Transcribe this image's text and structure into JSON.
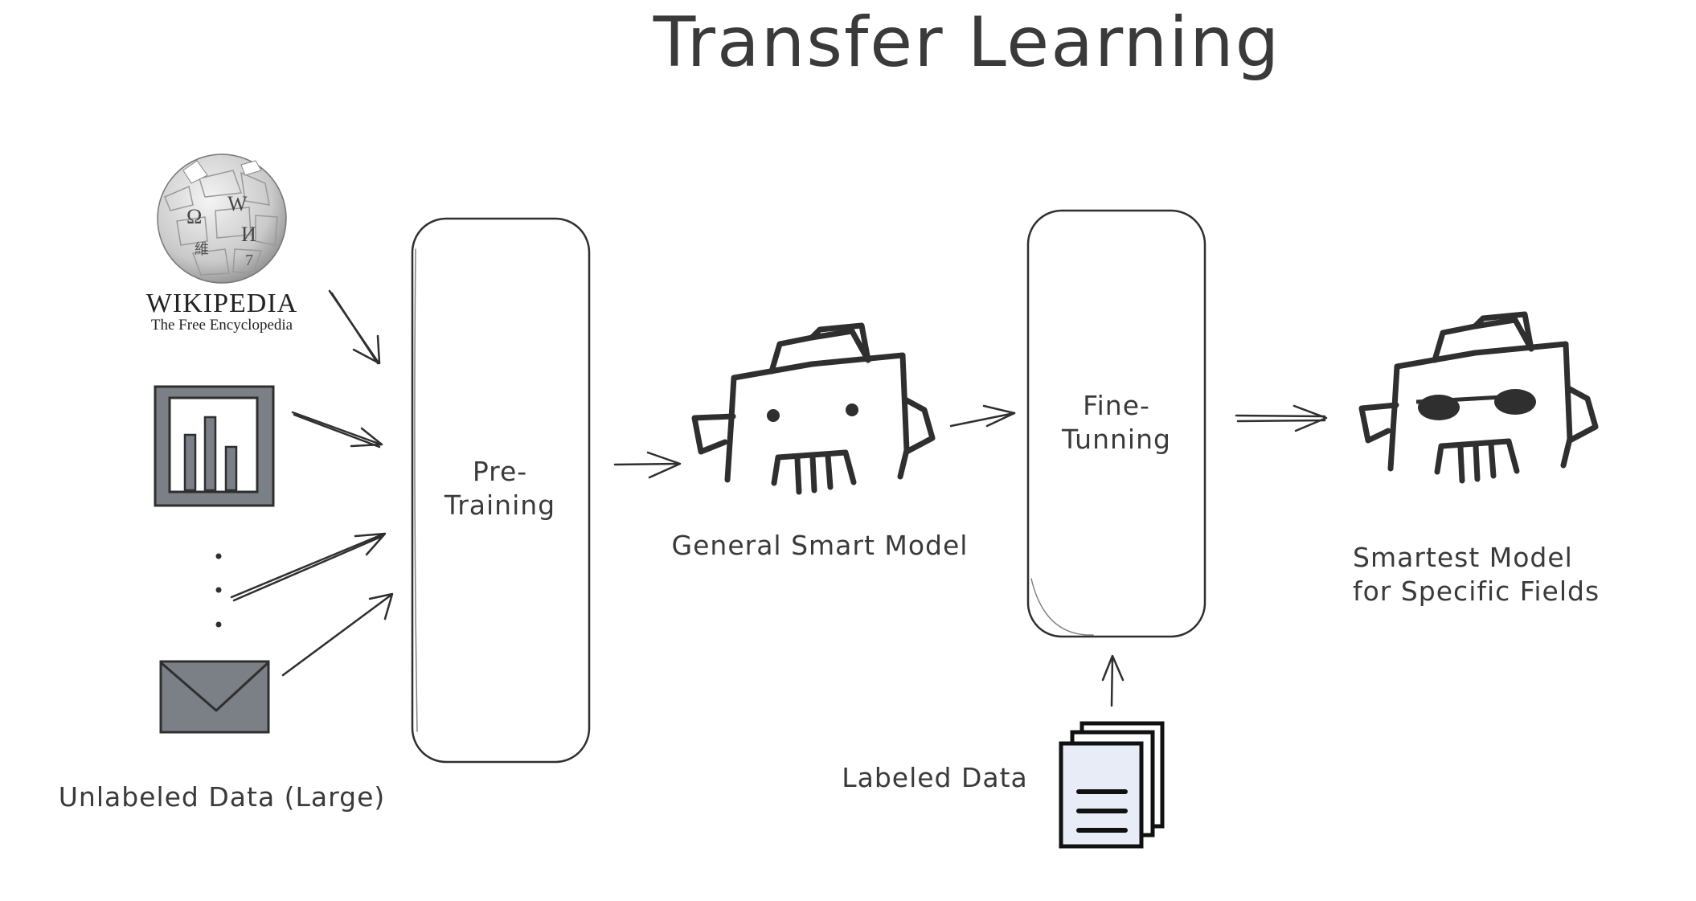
{
  "title": "Transfer Learning",
  "sources": {
    "wikipedia_wordmark": "WIKIPEDIA",
    "wikipedia_tagline": "The Free Encyclopedia",
    "caption": "Unlabeled Data (Large)"
  },
  "boxes": {
    "pretraining": {
      "line1": "Pre-",
      "line2": "Training"
    },
    "finetuning": {
      "line1": "Fine-",
      "line2": "Tunning"
    }
  },
  "general_model_label": "General Smart Model",
  "smartest_model_label": {
    "line1": "Smartest Model",
    "line2": "for Specific Fields"
  },
  "labeled_data_label": "Labeled Data",
  "colors": {
    "ink": "#2f2f2f",
    "icon_gray": "#7b7f86",
    "document_fill": "#e8ecf6"
  }
}
